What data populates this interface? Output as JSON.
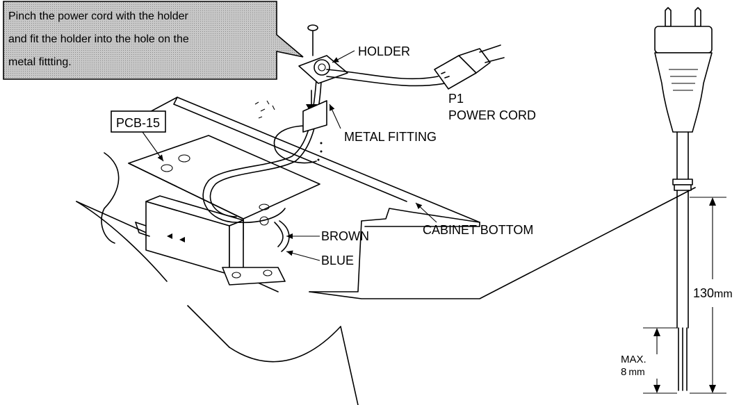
{
  "callout": {
    "lines": [
      "Pinch the power cord with the holder",
      "and fit the holder into the hole on the",
      "metal fittting."
    ]
  },
  "labels": {
    "holder": "HOLDER",
    "p1": "P1",
    "power_cord": "POWER CORD",
    "metal_fitting": "METAL FITTING",
    "pcb": "PCB-15",
    "brown": "BROWN",
    "blue": "BLUE",
    "cabinet_bottom": "CABINET BOTTOM"
  },
  "dimensions": {
    "length_value": "130",
    "length_unit": "mm",
    "strip_max": "MAX.",
    "strip_value": "8",
    "strip_unit": "mm"
  },
  "colors": {
    "callout_fill": "#c8c8c8",
    "line": "#000000"
  }
}
